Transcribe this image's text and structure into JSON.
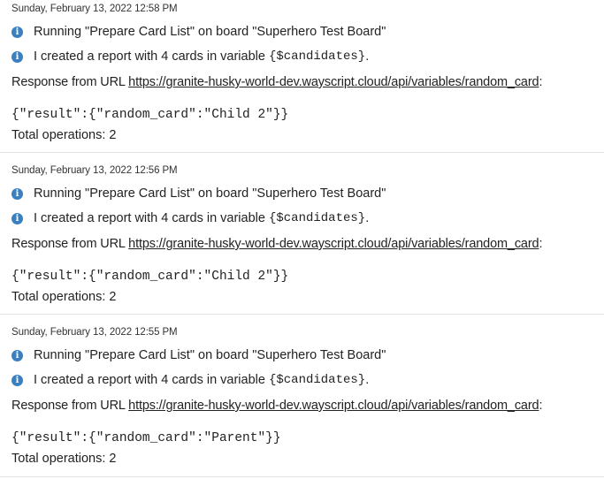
{
  "colors": {
    "info_icon": "#3a80c0",
    "divider": "#e3e3e3"
  },
  "entries": [
    {
      "timestamp": "Sunday, February 13, 2022 12:58 PM",
      "info_icon": "info-circle-icon",
      "line1": "Running \"Prepare Card List\" on board \"Superhero Test Board\"",
      "line2_prefix": "I created a report with 4 cards in variable ",
      "line2_var": "{$candidates}",
      "line2_suffix": ".",
      "response_prefix": "Response from URL ",
      "response_url": "https://granite-husky-world-dev.wayscript.cloud/api/variables/random_card",
      "response_suffix": ":",
      "json": "{\"result\":{\"random_card\":\"Child 2\"}}",
      "total": "Total operations: 2"
    },
    {
      "timestamp": "Sunday, February 13, 2022 12:56 PM",
      "info_icon": "info-circle-icon",
      "line1": "Running \"Prepare Card List\" on board \"Superhero Test Board\"",
      "line2_prefix": "I created a report with 4 cards in variable ",
      "line2_var": "{$candidates}",
      "line2_suffix": ".",
      "response_prefix": "Response from URL ",
      "response_url": "https://granite-husky-world-dev.wayscript.cloud/api/variables/random_card",
      "response_suffix": ":",
      "json": "{\"result\":{\"random_card\":\"Child 2\"}}",
      "total": "Total operations: 2"
    },
    {
      "timestamp": "Sunday, February 13, 2022 12:55 PM",
      "info_icon": "info-circle-icon",
      "line1": "Running \"Prepare Card List\" on board \"Superhero Test Board\"",
      "line2_prefix": "I created a report with 4 cards in variable ",
      "line2_var": "{$candidates}",
      "line2_suffix": ".",
      "response_prefix": "Response from URL ",
      "response_url": "https://granite-husky-world-dev.wayscript.cloud/api/variables/random_card",
      "response_suffix": ":",
      "json": "{\"result\":{\"random_card\":\"Parent\"}}",
      "total": "Total operations: 2"
    }
  ]
}
